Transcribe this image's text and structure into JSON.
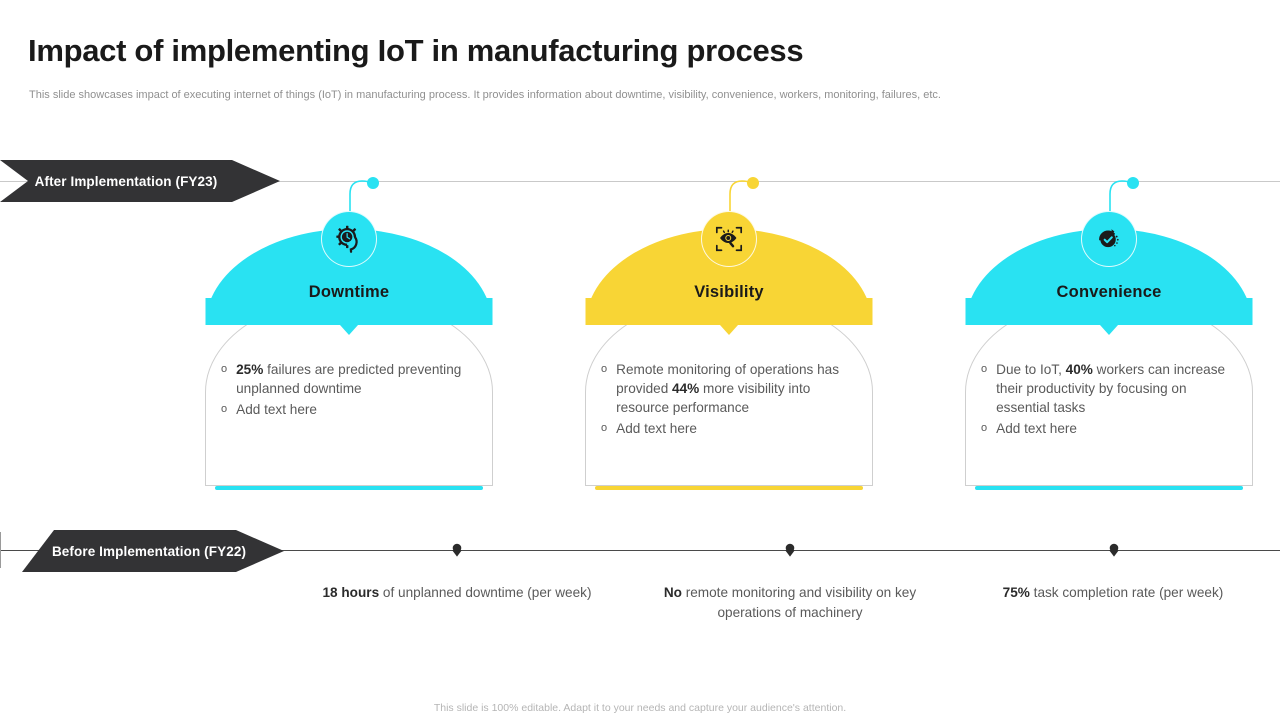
{
  "header": {
    "title": "Impact of implementing IoT in manufacturing process",
    "subtitle": "This slide showcases impact of executing internet of things (IoT) in manufacturing process. It provides information about downtime, visibility, convenience, workers, monitoring, failures, etc."
  },
  "banners": {
    "after_label": "After Implementation (FY23)",
    "before_label": "Before Implementation (FY22)"
  },
  "colors": {
    "cyan": "#29E2F2",
    "yellow": "#F8D535",
    "dark": "#333335",
    "body_text": "#5a5a5a",
    "line_top": "#c9c9c9",
    "line_bottom": "#4a4a4a"
  },
  "cards": [
    {
      "title": "Downtime",
      "accent": "#29E2F2",
      "icon": "gear-clock-icon",
      "bullets": [
        {
          "bold": "25%",
          "rest": " failures are predicted preventing unplanned downtime"
        },
        {
          "bold": "",
          "rest": "Add text here"
        }
      ]
    },
    {
      "title": "Visibility",
      "accent": "#F8D535",
      "icon": "eye-focus-icon",
      "bullets": [
        {
          "bold": "",
          "rest": "Remote monitoring of operations has provided ",
          "bold2": "44%",
          "rest2": " more visibility into resource performance"
        },
        {
          "bold": "",
          "rest": "Add text here"
        }
      ]
    },
    {
      "title": "Convenience",
      "accent": "#29E2F2",
      "icon": "refresh-check-icon",
      "bullets": [
        {
          "bold": "",
          "rest": "Due to IoT, ",
          "bold2": "40%",
          "rest2": " workers can increase their productivity by focusing on essential tasks"
        },
        {
          "bold": "",
          "rest": "Add text here"
        }
      ]
    }
  ],
  "before_items": [
    {
      "bold": "18 hours",
      "rest": " of unplanned downtime (per week)"
    },
    {
      "bold": "No",
      "rest": " remote monitoring and visibility on key operations of machinery"
    },
    {
      "bold": "75%",
      "rest": " task completion rate (per week)"
    }
  ],
  "footer": {
    "text": "This slide is 100% editable. Adapt it to your needs and capture your audience's attention."
  }
}
